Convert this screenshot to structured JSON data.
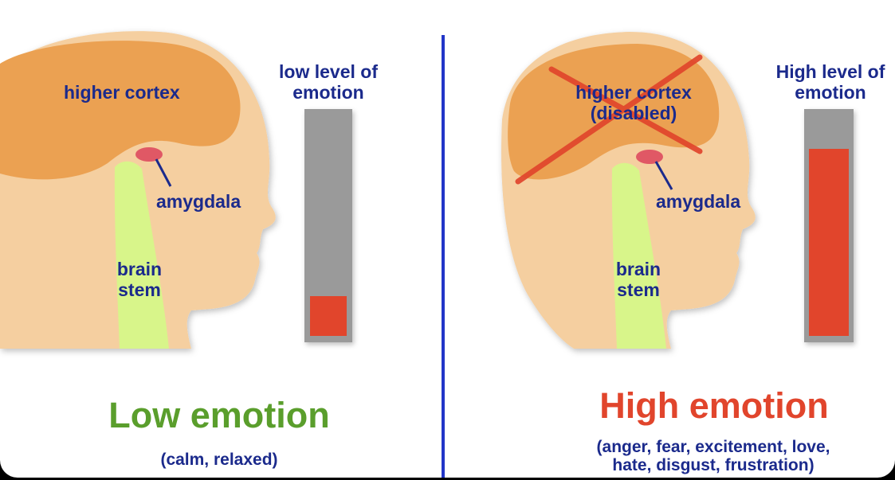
{
  "colors": {
    "skin": "#f5cfa0",
    "cortex": "#eba152",
    "brain_stem": "#d8f58a",
    "amygdala": "#e05865",
    "gauge_background": "#9a9a9a",
    "gauge_fill": "#e1452c",
    "label_text": "#1b2a8c",
    "low_title": "#5a9e2c",
    "high_title": "#e1452c",
    "divider": "#2236c8"
  },
  "left_panel": {
    "cortex_label": "higher cortex",
    "amygdala_label": "amygdala",
    "brain_stem_label_line1": "brain",
    "brain_stem_label_line2": "stem",
    "gauge_label_line1": "low level of",
    "gauge_label_line2": "emotion",
    "gauge_level": 0.18,
    "title": "Low emotion",
    "subtitle": "(calm, relaxed)"
  },
  "right_panel": {
    "cortex_label_line1": "higher cortex",
    "cortex_label_line2": "(disabled)",
    "cortex_disabled_mark": "red-x-icon",
    "amygdala_label": "amygdala",
    "brain_stem_label_line1": "brain",
    "brain_stem_label_line2": "stem",
    "gauge_label_line1": "High level of",
    "gauge_label_line2": "emotion",
    "gauge_level": 0.85,
    "title": "High emotion",
    "subtitle_line1": "(anger, fear, excitement, love,",
    "subtitle_line2": "hate, disgust, frustration)"
  }
}
